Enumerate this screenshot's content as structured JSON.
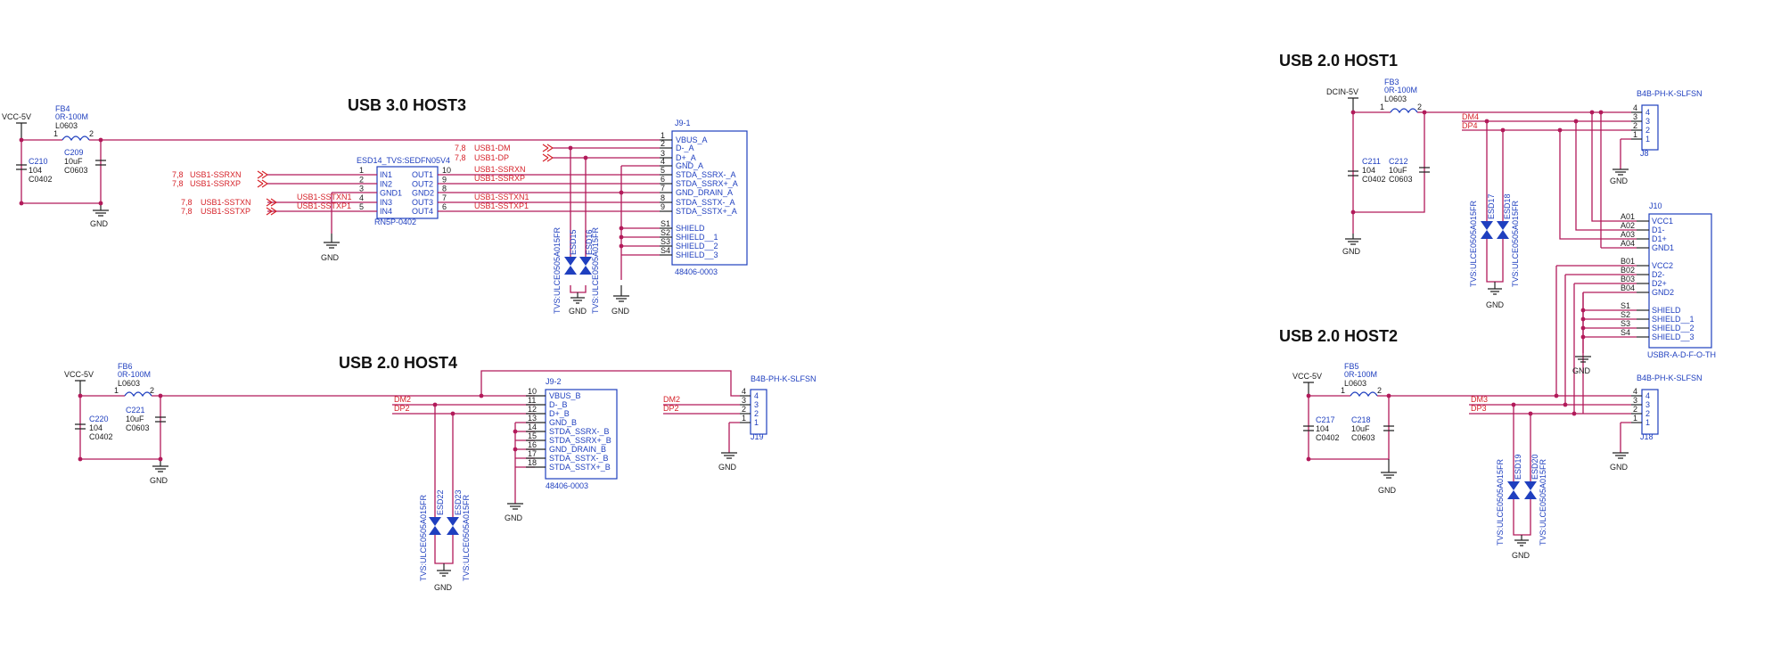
{
  "sections": {
    "host3": "USB 3.0 HOST3",
    "host4": "USB 2.0 HOST4",
    "host1": "USB 2.0 HOST1",
    "host2": "USB 2.0 HOST2"
  },
  "common": {
    "gnd": "GND",
    "vcc5": "VCC-5V",
    "dcin5": "DCIN-5V",
    "c104": "104",
    "c10u": "10uF",
    "c0402": "C0402",
    "c0603": "C0603",
    "l0603": "L0603",
    "fbval": "0R-100M",
    "n1": "1",
    "n2": "2"
  },
  "fb": {
    "fb4": "FB4",
    "fb6": "FB6",
    "fb3": "FB3",
    "fb5": "FB5"
  },
  "caps": {
    "c210": "C210",
    "c209": "C209",
    "c220": "C220",
    "c221": "C221",
    "c211": "C211",
    "c212": "C212",
    "c217": "C217",
    "c218": "C218"
  },
  "esd14": {
    "ref": "ESD14_TVS:SEDFN05V4",
    "part": "RN5P-0402",
    "in": [
      "IN1",
      "IN2",
      "GND1",
      "IN3",
      "IN4"
    ],
    "out": [
      "OUT1",
      "OUT2",
      "GND2",
      "OUT3",
      "OUT4"
    ],
    "pl": [
      "1",
      "2",
      "3",
      "4",
      "5"
    ],
    "pr": [
      "10",
      "9",
      "8",
      "7",
      "6"
    ]
  },
  "host3_nets": {
    "ref78": "7,8",
    "left": [
      "USB1-SSRXN",
      "USB1-SSRXP",
      "USB1-SSTXN",
      "USB1-SSTXP"
    ],
    "mid": [
      "USB1-DM",
      "USB1-DP",
      "USB1-SSRXN",
      "USB1-SSRXP",
      "USB1-SSTXN1",
      "USB1-SSTXP1"
    ],
    "wire_left": [
      "USB1-SSTXN1",
      "USB1-SSTXP1"
    ]
  },
  "j9_1": {
    "ref": "J9-1",
    "part": "48406-0003",
    "pins": [
      "1",
      "2",
      "3",
      "4",
      "5",
      "6",
      "7",
      "8",
      "9",
      "S1",
      "S2",
      "S3",
      "S4"
    ],
    "names": [
      "VBUS_A",
      "D-_A",
      "D+_A",
      "GND_A",
      "STDA_SSRX-_A",
      "STDA_SSRX+_A",
      "GND_DRAIN_A",
      "STDA_SSTX-_A",
      "STDA_SSTX+_A",
      "SHIELD",
      "SHIELD__1",
      "SHIELD__2",
      "SHIELD__3"
    ]
  },
  "j9_2": {
    "ref": "J9-2",
    "part": "48406-0003",
    "pins": [
      "10",
      "11",
      "12",
      "13",
      "14",
      "15",
      "16",
      "17",
      "18"
    ],
    "names": [
      "VBUS_B",
      "D-_B",
      "D+_B",
      "GND_B",
      "STDA_SSRX-_B",
      "STDA_SSRX+_B",
      "GND_DRAIN_B",
      "STDA_SSTX-_B",
      "STDA_SSTX+_B"
    ]
  },
  "hdr": {
    "part": "B4B-PH-K-SLFSN",
    "pins": [
      "4",
      "3",
      "2",
      "1"
    ],
    "j19": "J19",
    "j8": "J8",
    "j18": "J18"
  },
  "nets": {
    "dm2": "DM2",
    "dp2": "DP2",
    "dm4": "DM4",
    "dp4": "DP4",
    "dm3": "DM3",
    "dp3": "DP3"
  },
  "esd": {
    "tvs": "TVS:ULCE0505A015FR",
    "e15": "ESD15",
    "e16": "ESD16",
    "e22": "ESD22",
    "e23": "ESD23",
    "e17": "ESD17",
    "e18": "ESD18",
    "e19": "ESD19",
    "e20": "ESD20"
  },
  "j10": {
    "ref": "J10",
    "part": "USBR-A-D-F-O-TH",
    "pins": [
      "A01",
      "A02",
      "A03",
      "A04",
      "B01",
      "B02",
      "B03",
      "B04",
      "S1",
      "S2",
      "S3",
      "S4"
    ],
    "names": [
      "VCC1",
      "D1-",
      "D1+",
      "GND1",
      "VCC2",
      "D2-",
      "D2+",
      "GND2",
      "SHIELD",
      "SHIELD__1",
      "SHIELD__2",
      "SHIELD__3"
    ]
  },
  "colors": {
    "wire": "#b21a5a",
    "part": "#1f3fbf",
    "net": "#d6232a"
  }
}
